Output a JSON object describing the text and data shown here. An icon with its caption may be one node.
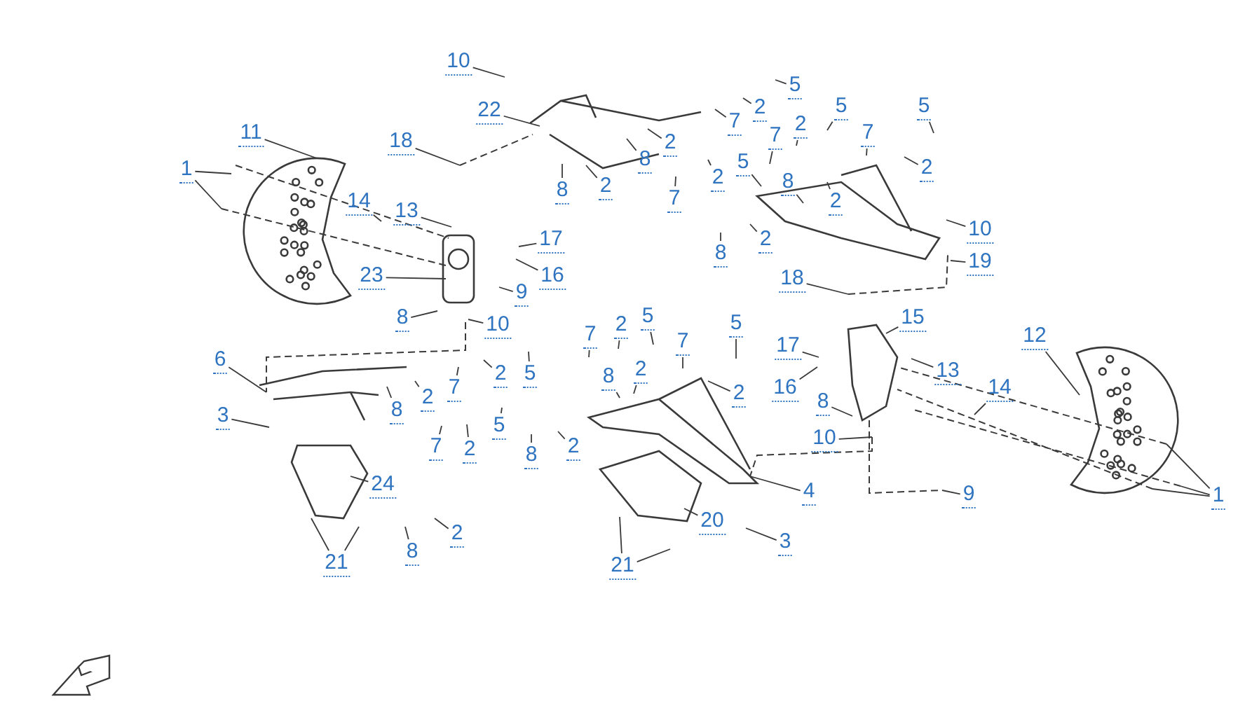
{
  "diagram": {
    "nodes": [
      {
        "text": [
          "10"
        ]
      },
      {
        "text": [
          "5"
        ]
      },
      {
        "text": [
          "22"
        ]
      },
      {
        "text": [
          "5"
        ]
      },
      {
        "text": [
          "5"
        ]
      },
      {
        "text": [
          "2"
        ]
      },
      {
        "text": [
          "7"
        ]
      },
      {
        "text": [
          "2"
        ]
      },
      {
        "text": [
          "11"
        ]
      },
      {
        "text": [
          "7"
        ]
      },
      {
        "text": [
          "7"
        ]
      },
      {
        "text": [
          "18"
        ]
      },
      {
        "text": [
          "2"
        ]
      },
      {
        "text": [
          "8"
        ]
      },
      {
        "text": [
          "2"
        ]
      },
      {
        "text": [
          "1"
        ]
      },
      {
        "text": [
          "5"
        ]
      },
      {
        "text": [
          "2"
        ]
      },
      {
        "text": [
          "8"
        ]
      },
      {
        "text": [
          "2"
        ]
      },
      {
        "text": [
          "8"
        ]
      },
      {
        "text": [
          "7"
        ]
      },
      {
        "text": [
          "2"
        ]
      },
      {
        "text": [
          "14"
        ]
      },
      {
        "text": [
          "13"
        ]
      },
      {
        "text": [
          "10"
        ]
      },
      {
        "text": [
          "17"
        ]
      },
      {
        "text": [
          "2"
        ]
      },
      {
        "text": [
          "8"
        ]
      },
      {
        "text": [
          "19"
        ]
      },
      {
        "text": [
          "16"
        ]
      },
      {
        "text": [
          "23"
        ]
      },
      {
        "text": [
          "18"
        ]
      },
      {
        "text": [
          "9"
        ]
      },
      {
        "text": [
          "8"
        ]
      },
      {
        "text": [
          "10"
        ]
      },
      {
        "text": [
          "15"
        ]
      },
      {
        "text": [
          "5"
        ]
      },
      {
        "text": [
          "2"
        ]
      },
      {
        "text": [
          "5"
        ]
      },
      {
        "text": [
          "7"
        ]
      },
      {
        "text": [
          "12"
        ]
      },
      {
        "text": [
          "7"
        ]
      },
      {
        "text": [
          "17"
        ]
      },
      {
        "text": [
          "6"
        ]
      },
      {
        "text": [
          "13"
        ]
      },
      {
        "text": [
          "2"
        ]
      },
      {
        "text": [
          "5"
        ]
      },
      {
        "text": [
          "8"
        ]
      },
      {
        "text": [
          "2"
        ]
      },
      {
        "text": [
          "14"
        ]
      },
      {
        "text": [
          "7"
        ]
      },
      {
        "text": [
          "16"
        ]
      },
      {
        "text": [
          "2"
        ]
      },
      {
        "text": [
          "2"
        ]
      },
      {
        "text": [
          "8"
        ]
      },
      {
        "text": [
          "8"
        ]
      },
      {
        "text": [
          "3"
        ]
      },
      {
        "text": [
          "5"
        ]
      },
      {
        "text": [
          "10"
        ]
      },
      {
        "text": [
          "7"
        ]
      },
      {
        "text": [
          "2"
        ]
      },
      {
        "text": [
          "8"
        ]
      },
      {
        "text": [
          "2"
        ]
      },
      {
        "text": [
          "24"
        ]
      },
      {
        "text": [
          "4"
        ]
      },
      {
        "text": [
          "9"
        ]
      },
      {
        "text": [
          "1"
        ]
      },
      {
        "text": [
          "20"
        ]
      },
      {
        "text": [
          "3"
        ]
      },
      {
        "text": [
          "2"
        ]
      },
      {
        "text": [
          "8"
        ]
      },
      {
        "text": [
          "21"
        ]
      },
      {
        "text": [
          "21"
        ]
      }
    ],
    "edges": [
      {
        "from": 0,
        "to": null,
        "arrow": "none"
      },
      {
        "from": 1,
        "to": null,
        "arrow": "none"
      },
      {
        "from": 2,
        "to": null,
        "arrow": "none"
      },
      {
        "from": 3,
        "to": null,
        "arrow": "none"
      },
      {
        "from": 4,
        "to": null,
        "arrow": "none"
      },
      {
        "from": 5,
        "to": null,
        "arrow": "none"
      },
      {
        "from": 6,
        "to": null,
        "arrow": "none"
      },
      {
        "from": 7,
        "to": null,
        "arrow": "none"
      },
      {
        "from": 8,
        "to": null,
        "arrow": "none"
      },
      {
        "from": 9,
        "to": null,
        "arrow": "none"
      },
      {
        "from": 10,
        "to": null,
        "arrow": "none"
      },
      {
        "from": 11,
        "to": null,
        "arrow": "none"
      },
      {
        "from": 12,
        "to": null,
        "arrow": "none"
      },
      {
        "from": 13,
        "to": null,
        "arrow": "none"
      },
      {
        "from": 14,
        "to": null,
        "arrow": "none"
      },
      {
        "from": 15,
        "to": null,
        "arrow": "none"
      },
      {
        "from": 15,
        "to": null,
        "arrow": "none"
      },
      {
        "from": 16,
        "to": null,
        "arrow": "none"
      },
      {
        "from": 17,
        "to": null,
        "arrow": "none"
      },
      {
        "from": 18,
        "to": null,
        "arrow": "none"
      },
      {
        "from": 19,
        "to": null,
        "arrow": "none"
      },
      {
        "from": 20,
        "to": null,
        "arrow": "none"
      },
      {
        "from": 21,
        "to": null,
        "arrow": "none"
      },
      {
        "from": 22,
        "to": null,
        "arrow": "none"
      },
      {
        "from": 23,
        "to": null,
        "arrow": "none"
      },
      {
        "from": 24,
        "to": null,
        "arrow": "none"
      },
      {
        "from": 25,
        "to": null,
        "arrow": "none"
      },
      {
        "from": 26,
        "to": null,
        "arrow": "none"
      },
      {
        "from": 27,
        "to": null,
        "arrow": "none"
      },
      {
        "from": 28,
        "to": null,
        "arrow": "none"
      },
      {
        "from": 29,
        "to": null,
        "arrow": "none"
      },
      {
        "from": 30,
        "to": null,
        "arrow": "none"
      },
      {
        "from": 31,
        "to": null,
        "arrow": "none"
      },
      {
        "from": 32,
        "to": null,
        "arrow": "none"
      },
      {
        "from": 33,
        "to": null,
        "arrow": "none"
      },
      {
        "from": 34,
        "to": null,
        "arrow": "none"
      },
      {
        "from": 35,
        "to": null,
        "arrow": "none"
      },
      {
        "from": 36,
        "to": null,
        "arrow": "none"
      },
      {
        "from": 37,
        "to": null,
        "arrow": "none"
      },
      {
        "from": 38,
        "to": null,
        "arrow": "none"
      },
      {
        "from": 39,
        "to": null,
        "arrow": "none"
      },
      {
        "from": 40,
        "to": null,
        "arrow": "none"
      },
      {
        "from": 41,
        "to": null,
        "arrow": "none"
      },
      {
        "from": 42,
        "to": null,
        "arrow": "none"
      },
      {
        "from": 43,
        "to": null,
        "arrow": "none"
      },
      {
        "from": 44,
        "to": null,
        "arrow": "none"
      },
      {
        "from": 45,
        "to": null,
        "arrow": "none"
      },
      {
        "from": 46,
        "to": null,
        "arrow": "none"
      },
      {
        "from": 47,
        "to": null,
        "arrow": "none"
      },
      {
        "from": 48,
        "to": null,
        "arrow": "none"
      },
      {
        "from": 49,
        "to": null,
        "arrow": "none"
      },
      {
        "from": 50,
        "to": null,
        "arrow": "none"
      },
      {
        "from": 51,
        "to": null,
        "arrow": "none"
      },
      {
        "from": 52,
        "to": null,
        "arrow": "none"
      },
      {
        "from": 53,
        "to": null,
        "arrow": "none"
      },
      {
        "from": 54,
        "to": null,
        "arrow": "none"
      },
      {
        "from": 55,
        "to": null,
        "arrow": "none"
      },
      {
        "from": 56,
        "to": null,
        "arrow": "none"
      },
      {
        "from": 57,
        "to": null,
        "arrow": "none"
      },
      {
        "from": 58,
        "to": null,
        "arrow": "none"
      },
      {
        "from": 59,
        "to": null,
        "arrow": "none"
      },
      {
        "from": 60,
        "to": null,
        "arrow": "none"
      },
      {
        "from": 61,
        "to": null,
        "arrow": "none"
      },
      {
        "from": 62,
        "to": null,
        "arrow": "none"
      },
      {
        "from": 63,
        "to": null,
        "arrow": "none"
      },
      {
        "from": 64,
        "to": null,
        "arrow": "none"
      },
      {
        "from": 65,
        "to": null,
        "arrow": "none"
      },
      {
        "from": 66,
        "to": null,
        "arrow": "none"
      },
      {
        "from": 67,
        "to": null,
        "arrow": "none"
      },
      {
        "from": 67,
        "to": null,
        "arrow": "none"
      },
      {
        "from": 67,
        "to": null,
        "arrow": "none"
      },
      {
        "from": 68,
        "to": null,
        "arrow": "none"
      },
      {
        "from": 69,
        "to": null,
        "arrow": "none"
      },
      {
        "from": 70,
        "to": null,
        "arrow": "none"
      },
      {
        "from": 71,
        "to": null,
        "arrow": "none"
      },
      {
        "from": 72,
        "to": null,
        "arrow": "none"
      },
      {
        "from": 72,
        "to": null,
        "arrow": "none"
      },
      {
        "from": 73,
        "to": null,
        "arrow": "none"
      },
      {
        "from": 73,
        "to": null,
        "arrow": "none"
      }
    ]
  }
}
